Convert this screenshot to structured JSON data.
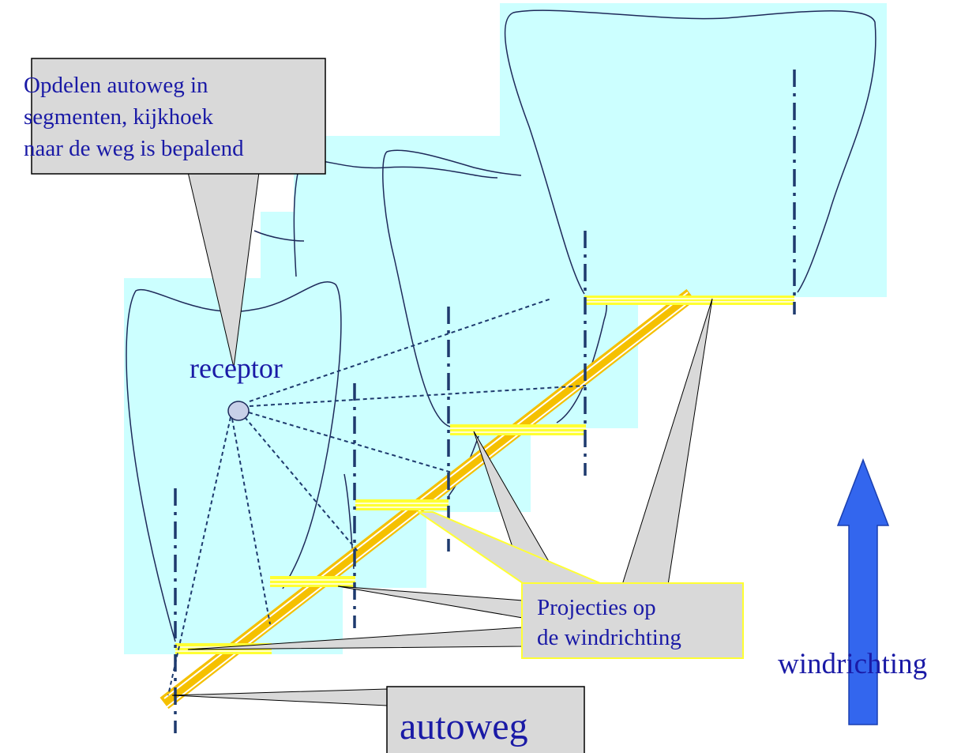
{
  "colors": {
    "plume_fill": "#ccffff",
    "outline": "#1e2a5a",
    "road": "#f5c000",
    "road_highlight": "#ffffff",
    "projection": "#ffff33",
    "axis": "#1e3a6e",
    "callout_fill": "#d9d9d9",
    "label_text": "#1a1aa6",
    "arrow": "#3366ee"
  },
  "callouts": {
    "segments": [
      "Opdelen autoweg in",
      "segmenten, kijkhoek",
      "naar de weg is bepalend"
    ],
    "projections": [
      "Projecties op",
      "de windrichting"
    ],
    "road": "autoweg"
  },
  "labels": {
    "receptor": "receptor",
    "wind_direction": "windrichting"
  },
  "icons": {
    "receptor": "receptor-circle-icon",
    "wind": "up-arrow-icon"
  }
}
